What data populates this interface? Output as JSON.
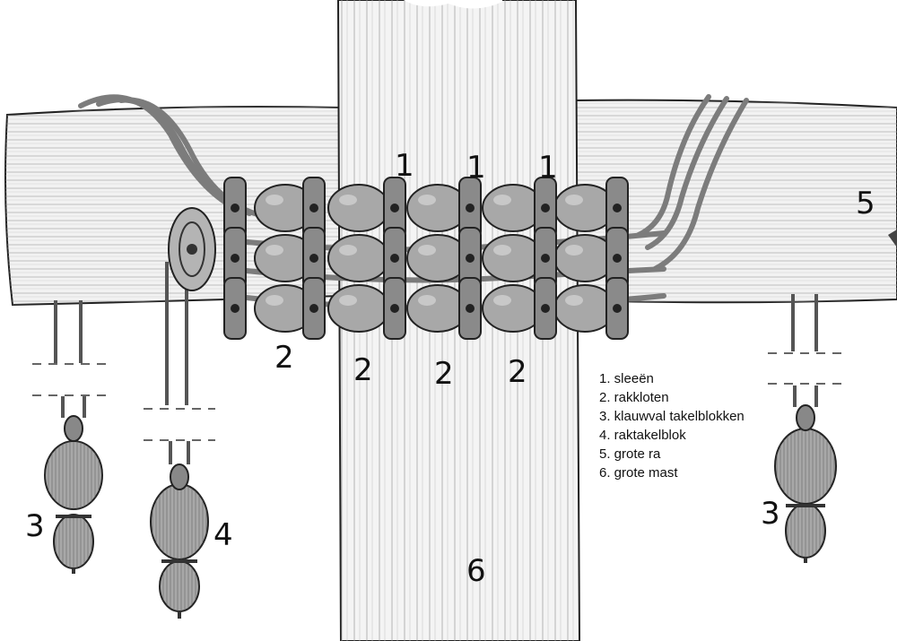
{
  "diagram": {
    "legend": [
      "1. sleeën",
      "2. rakkloten",
      "3. klauwval takelblokken",
      "4. raktakelblok",
      "5. grote ra",
      "6. grote mast"
    ],
    "callouts": {
      "sled_a": "1",
      "sled_b": "1",
      "sled_c": "1",
      "parrel_a": "2",
      "parrel_b": "2",
      "parrel_c": "2",
      "parrel_d": "2",
      "block_left": "3",
      "block_right": "3",
      "yard_block": "4",
      "yard": "5",
      "mast": "6"
    },
    "colors": {
      "wood": "#f2f2f2",
      "ball": "#a8a8a8",
      "rope": "#7c7c7c",
      "ink": "#222222"
    }
  }
}
